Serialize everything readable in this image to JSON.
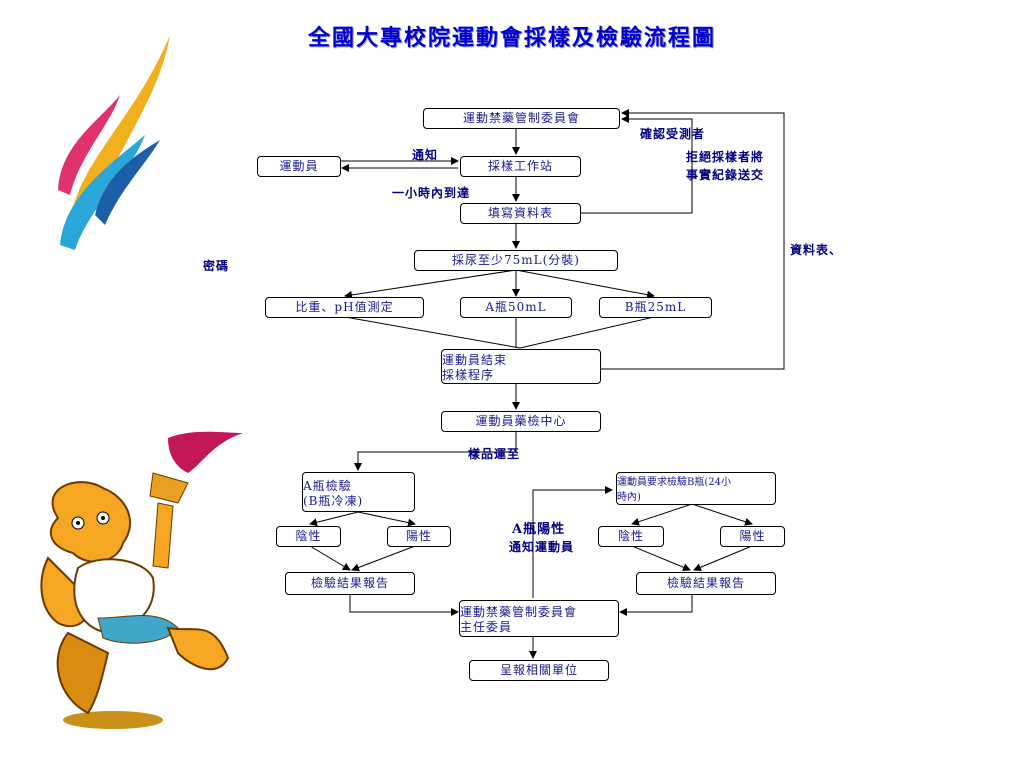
{
  "title": "全國大專校院運動會採樣及檢驗流程圖",
  "nodes": {
    "committee": "運動禁藥管制委員會",
    "athlete": "運動員",
    "station": "採樣工作站",
    "form": "填寫資料表",
    "urine": "採尿至少75mL(分裝)",
    "gravity": "比重、pH值測定",
    "bottle_a": "A瓶50mL",
    "bottle_b": "B瓶25mL",
    "end_l1": "運動員結束",
    "end_l2": "採樣程序",
    "lab": "運動員藥檢中心",
    "test_a_l1": "A瓶檢驗",
    "test_a_l2": "(B瓶冷凍)",
    "req_b_l1": "運動員要求檢驗B瓶(24小",
    "req_b_l2": "時內)",
    "neg_left": "陰性",
    "pos_left": "陽性",
    "neg_right": "陰性",
    "pos_right": "陽性",
    "report_left": "檢驗結果報告",
    "report_right": "檢驗結果報告",
    "chair_l1": "運動禁藥管制委員會",
    "chair_l2": "主任委員",
    "final": "呈報相關單位"
  },
  "labels": {
    "notify": "通知",
    "within_hour": "一小時內到達",
    "confirm": "確認受測者",
    "refuse_l1": "拒絕採樣者將",
    "refuse_l2": "事實紀錄送交",
    "datasheet": "資料表、",
    "code": "密碼",
    "transport": "樣品運至",
    "apos_l1": "A瓶陽性",
    "apos_l2": "通知運動員"
  }
}
